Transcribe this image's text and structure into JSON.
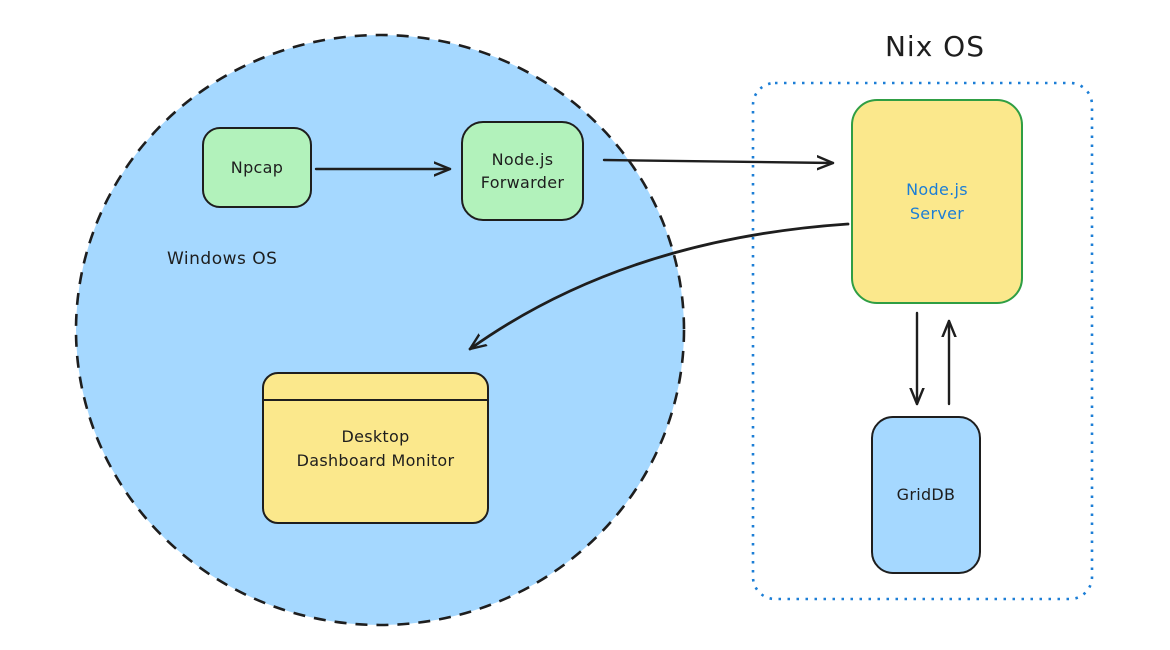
{
  "diagram": {
    "groups": {
      "windows": {
        "label": "Windows OS",
        "shape": "dashed-ellipse",
        "fill": "#a5d8ff"
      },
      "nix": {
        "label": "Nix OS",
        "shape": "dotted-rounded-rect",
        "border": "#1c7ed6"
      }
    },
    "nodes": {
      "npcap": {
        "label": "Npcap",
        "fill": "#b2f2bb",
        "border": "#1e1e1e"
      },
      "forwarder": {
        "label": "Node.js\nForwarder",
        "fill": "#b2f2bb",
        "border": "#1e1e1e"
      },
      "server": {
        "label": "Node.js\nServer",
        "fill": "#fbe88c",
        "border": "#2f9e44",
        "text_color": "#1c7ed6"
      },
      "desktop": {
        "label": "Desktop\nDashboard Monitor",
        "fill": "#fbe88c",
        "border": "#1e1e1e",
        "variant": "window-with-titlebar"
      },
      "griddb": {
        "label": "GridDB",
        "fill": "#a5d8ff",
        "border": "#1e1e1e"
      }
    },
    "edges": [
      {
        "from": "npcap",
        "to": "forwarder",
        "style": "straight-arrow"
      },
      {
        "from": "forwarder",
        "to": "server",
        "style": "straight-arrow"
      },
      {
        "from": "server",
        "to": "desktop",
        "style": "curved-arrow"
      },
      {
        "from": "server",
        "to": "griddb",
        "style": "straight-arrow-down"
      },
      {
        "from": "griddb",
        "to": "server",
        "style": "straight-arrow-up"
      }
    ],
    "colors": {
      "stroke": "#1e1e1e",
      "windows_fill": "#a5d8ff",
      "green_fill": "#b2f2bb",
      "yellow_fill": "#fbe88c",
      "blue_fill": "#a5d8ff",
      "nix_border": "#1c7ed6",
      "server_border": "#2f9e44",
      "server_text": "#1c7ed6"
    }
  }
}
